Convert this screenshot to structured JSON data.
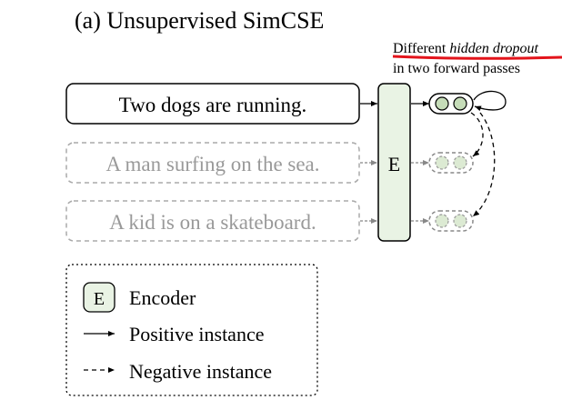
{
  "title": "(a) Unsupervised SimCSE",
  "annotation": {
    "line1_prefix": "Different ",
    "line1_emph": "hidden dropout",
    "line2": "in two forward passes",
    "underline_color": "#e3141b"
  },
  "sentences": [
    {
      "text": "Two dogs are running.",
      "style": "solid"
    },
    {
      "text": "A man surfing on the sea.",
      "style": "dashed"
    },
    {
      "text": "A kid is on a skateboard.",
      "style": "dashed"
    }
  ],
  "encoder": {
    "label": "E",
    "fill": "#e9f3e4"
  },
  "embedding": {
    "fill": "#c5dcb8",
    "fill_faded": "#dcead3"
  },
  "legend": {
    "items": [
      {
        "symbol": "E",
        "label": "Encoder"
      },
      {
        "symbol": "solid-arrow",
        "label": "Positive instance"
      },
      {
        "symbol": "dashed-arrow",
        "label": "Negative instance"
      }
    ]
  }
}
